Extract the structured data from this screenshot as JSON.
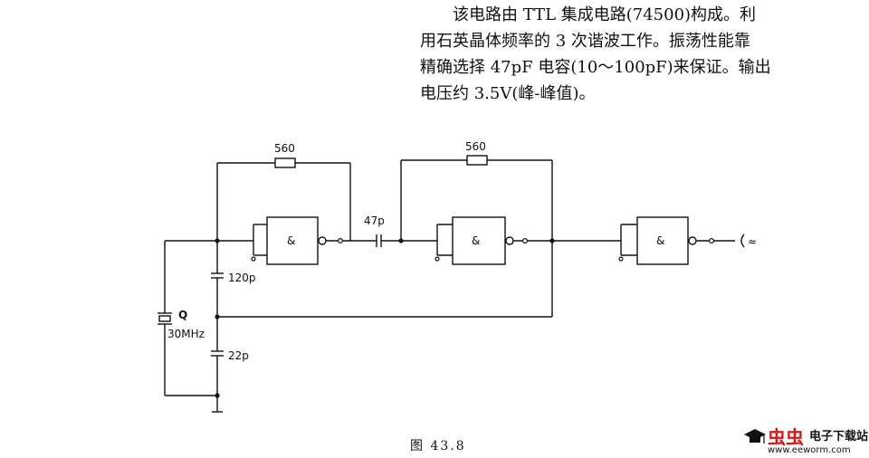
{
  "description_lines": [
    "该电路由 TTL 集成电路(74500)构成。利",
    "用石英晶体频率的 3 次谐波工作。振荡性能靠",
    "精确选择 47pF 电容(10～100pF)来保证。输出",
    "电压约 3.5V(峰-峰值)。"
  ],
  "components": {
    "resistor_1": "560",
    "resistor_2": "560",
    "coupling_cap": "47p",
    "cap_upper": "120p",
    "cap_lower": "22p",
    "crystal_ref": "Q",
    "crystal_freq": "30MHz",
    "gate_symbol": "&",
    "output_symbol": "≈"
  },
  "caption": "图 43.8",
  "watermark": {
    "brand": "虫虫",
    "site": "电子下载站",
    "url": "www.eeworm.com",
    "colors": {
      "brand": "#d81818",
      "text": "#111111"
    }
  }
}
